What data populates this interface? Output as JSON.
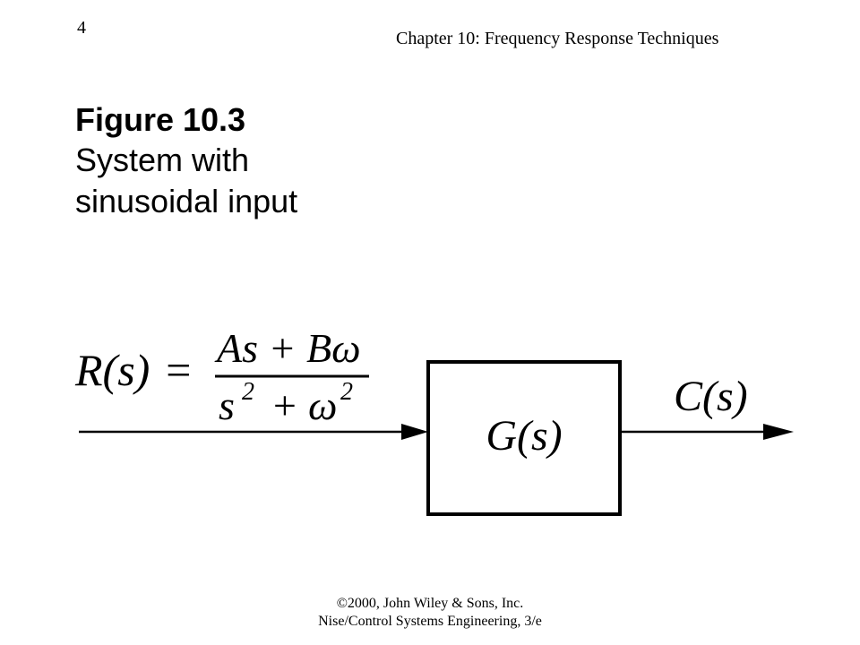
{
  "header": {
    "page_number": "4",
    "chapter": "Chapter 10: Frequency Response Techniques"
  },
  "figure": {
    "label": "Figure 10.3",
    "caption": "System with sinusoidal input"
  },
  "diagram": {
    "input_signal": "R(s)",
    "equals": "=",
    "numerator": "As + Bω",
    "denominator_s": "s",
    "denominator_exp1": "2",
    "denominator_plus": "+",
    "denominator_omega": "ω",
    "denominator_exp2": "2",
    "block": "G(s)",
    "output_signal": "C(s)"
  },
  "footer": {
    "copyright": "©2000, John Wiley & Sons, Inc.",
    "book": "Nise/Control Systems Engineering, 3/e"
  }
}
